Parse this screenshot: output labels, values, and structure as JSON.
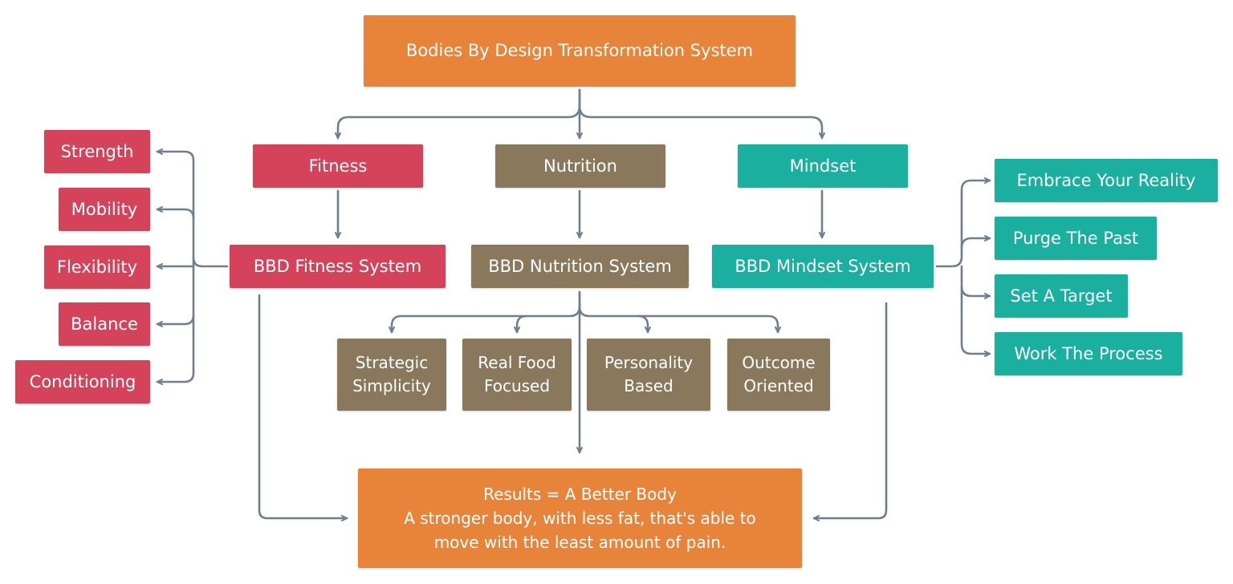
{
  "title": "Bodies By Design Transformation System",
  "pillars": {
    "fitness": "Fitness",
    "nutrition": "Nutrition",
    "mindset": "Mindset"
  },
  "systems": {
    "fitness": "BBD Fitness System",
    "nutrition": "BBD Nutrition System",
    "mindset": "BBD Mindset System"
  },
  "fitness_components": [
    "Strength",
    "Mobility",
    "Flexibility",
    "Balance",
    "Conditioning"
  ],
  "nutrition_principles": [
    {
      "line1": "Strategic",
      "line2": "Simplicity"
    },
    {
      "line1": "Real Food",
      "line2": "Focused"
    },
    {
      "line1": "Personality",
      "line2": "Based"
    },
    {
      "line1": "Outcome",
      "line2": "Oriented"
    }
  ],
  "mindset_steps": [
    "Embrace Your Reality",
    "Purge The Past",
    "Set A Target",
    "Work The Process"
  ],
  "result": {
    "line1": "Results = A Better Body",
    "line2": "A stronger body, with less fat, that's able to",
    "line3": "move with the least amount of pain."
  },
  "colors": {
    "orange": "#e8843a",
    "fitness": "#d4435a",
    "nutrition": "#8a785c",
    "mindset": "#1aaf9f",
    "connector": "#6f7f8e"
  }
}
